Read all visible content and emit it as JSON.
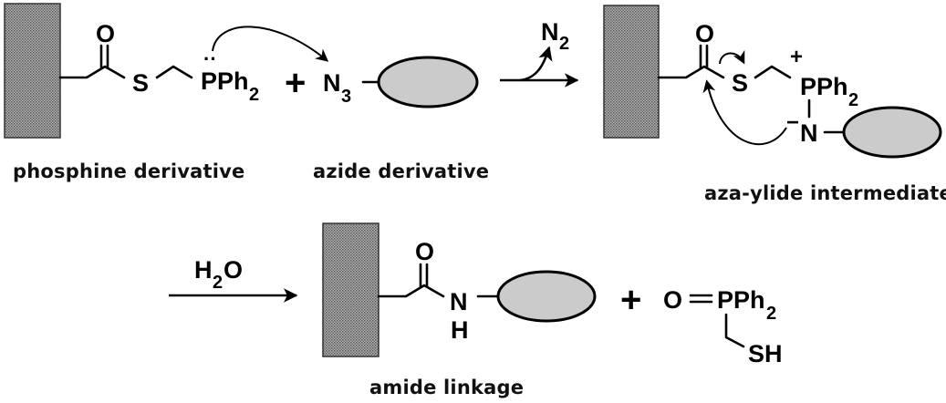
{
  "title": "Staudinger ligation scheme",
  "colors": {
    "solid_support": "#8a8a8a",
    "biomolecule": "#cbcbcb",
    "ink": "#000000"
  },
  "reactant1": {
    "label": "phosphine derivative",
    "atoms": {
      "carbonyl_O": "O",
      "thio_S": "S",
      "phosphorus": "P",
      "phenyl": "Ph",
      "phenyl_count": "2",
      "lone_pair": "··"
    }
  },
  "plus1": "+",
  "reactant2": {
    "label": "azide derivative",
    "atoms": {
      "azide": "N",
      "azide_count": "3"
    }
  },
  "step1": {
    "byproduct": "N",
    "byproduct_count": "2"
  },
  "intermediate": {
    "label": "aza-ylide intermediate",
    "atoms": {
      "carbonyl_O": "O",
      "thio_S": "S",
      "phosphorus": "P",
      "phenyl": "Ph",
      "phenyl_count": "2",
      "nitrogen": "N",
      "positive_charge": "+",
      "negative_charge": "−"
    }
  },
  "step2": {
    "reagent_H": "H",
    "reagent_count": "2",
    "reagent_O": "O"
  },
  "product": {
    "label": "amide linkage",
    "atoms": {
      "carbonyl_O": "O",
      "nitrogen": "N",
      "hydrogen": "H"
    }
  },
  "plus2": "+",
  "byproduct": {
    "atoms": {
      "oxide_O": "O",
      "phosphorus": "P",
      "phenyl": "Ph",
      "phenyl_count": "2",
      "thiol": "SH"
    }
  }
}
